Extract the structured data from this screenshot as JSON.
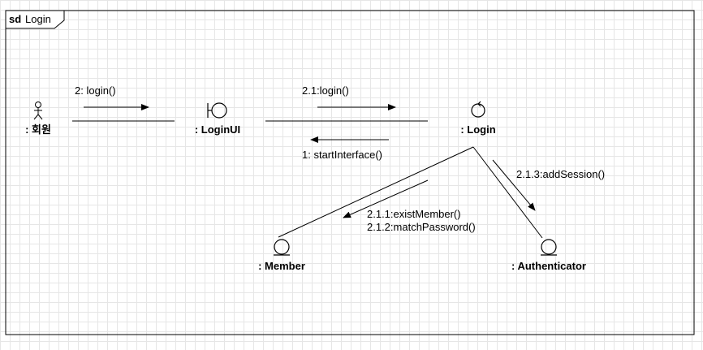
{
  "frame": {
    "keyword": "sd",
    "name": "Login"
  },
  "participants": {
    "actor": ": 회원",
    "boundary": ": LoginUI",
    "control": ": Login",
    "entity_member": ": Member",
    "entity_auth": ": Authenticator"
  },
  "messages": {
    "m1": "2: login()",
    "m2": "2.1:login()",
    "m3": "1: startInterface()",
    "m4": "2.1.3:addSession()",
    "m5a": "2.1.1:existMember()",
    "m5b": "2.1.2:matchPassword()"
  }
}
